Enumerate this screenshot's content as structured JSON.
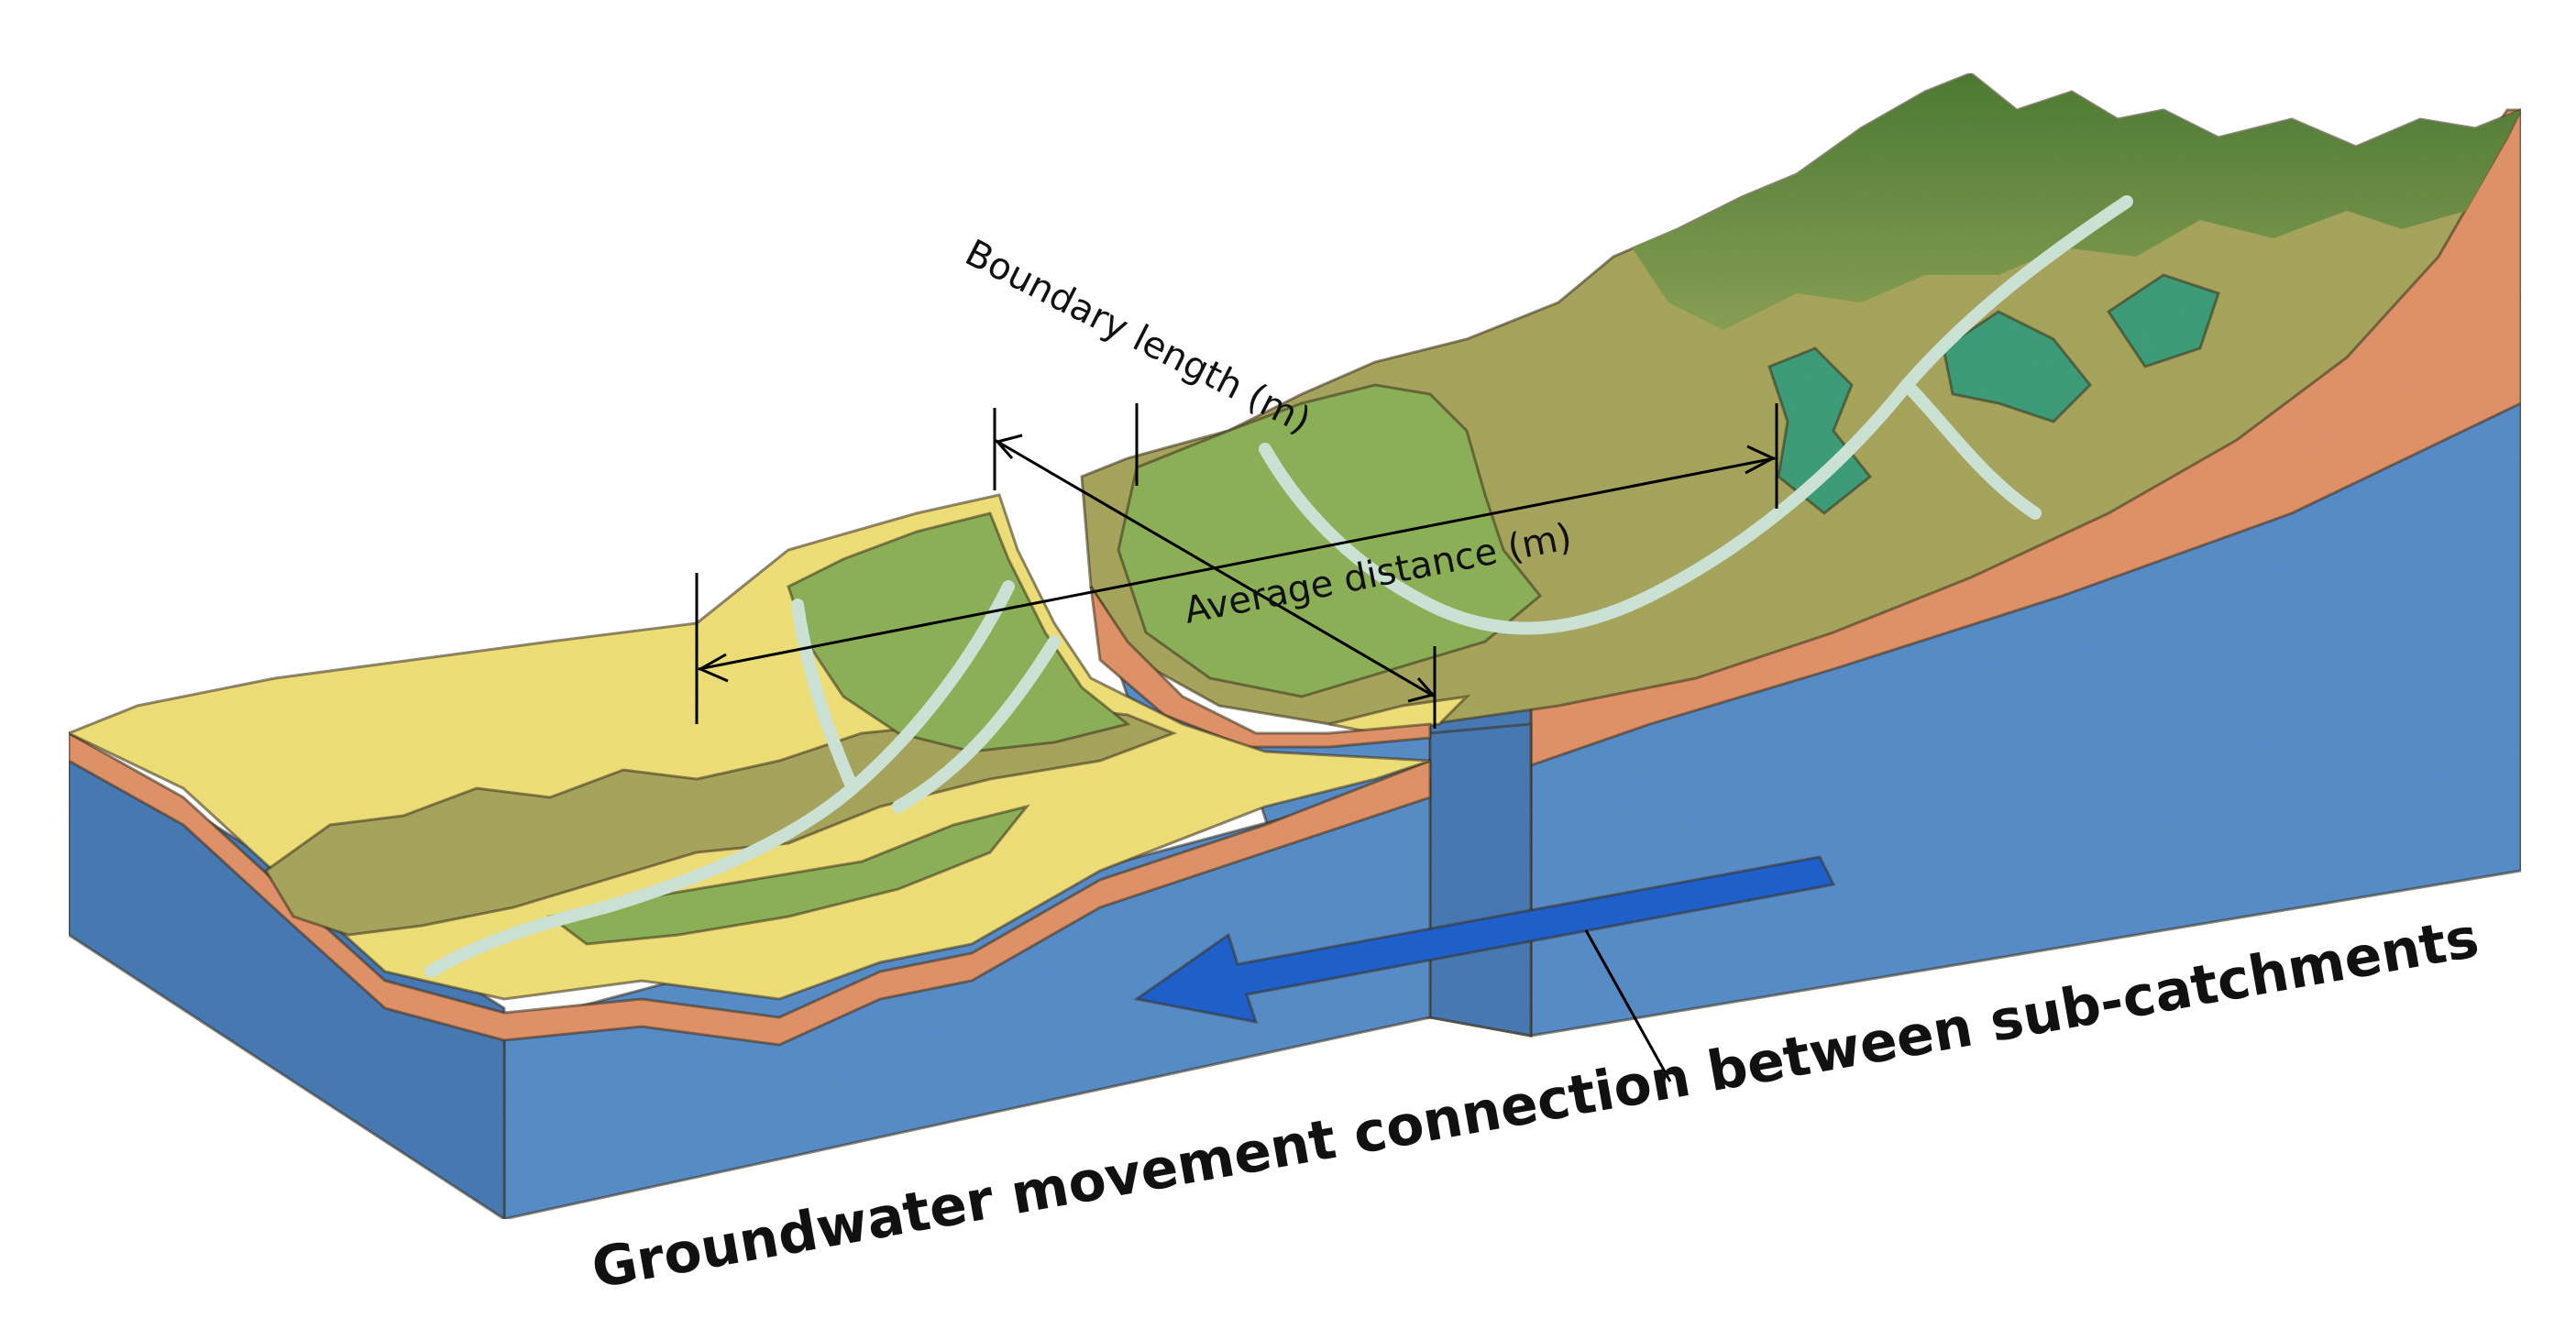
{
  "labels": {
    "boundary_length": "Boundary length (m)",
    "average_distance": "Average distance (m)",
    "connection": "Groundwater movement connection between sub-catchments"
  },
  "colors": {
    "aquifer": "#5a8fcb",
    "aquifer_dark": "#4a7cb6",
    "soil_layer": "#e3946a",
    "lowland": "#f2e27a",
    "vegetation": "#8fb35a",
    "forest": "#5f8f3e",
    "olive": "#a9a75e",
    "wetland": "#3f9f7a",
    "stream": "#cfe6d8",
    "arrow": "#1f5fc9",
    "line": "#000000"
  }
}
